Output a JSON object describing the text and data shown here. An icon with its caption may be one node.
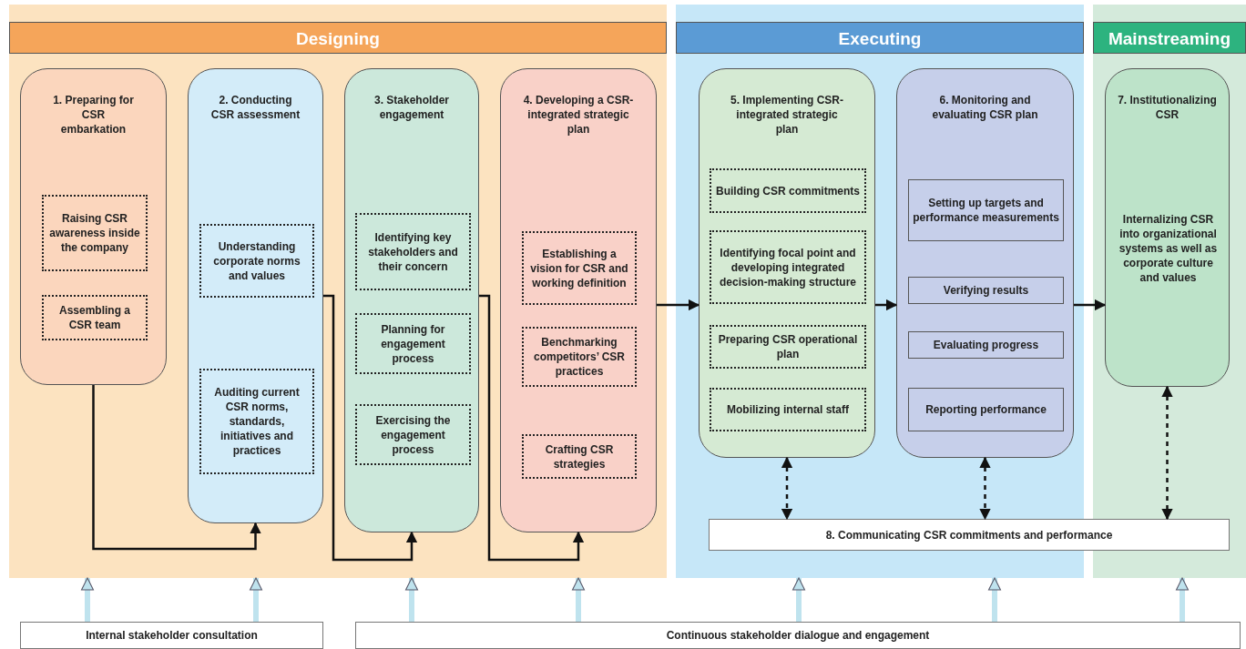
{
  "diagram": {
    "nodes": [
      {
        "text": [
          "Designing"
        ]
      },
      {
        "text": [
          "1. Preparing for CSR embarkation"
        ],
        "in": 0
      },
      {
        "text": [
          "Raising CSR awareness inside the company"
        ],
        "in": 1
      },
      {
        "text": [
          "Assembling a CSR team"
        ],
        "in": 1
      },
      {
        "text": [
          "2. Conducting CSR assessment"
        ],
        "in": 0
      },
      {
        "text": [
          "Understanding corporate norms and values"
        ],
        "in": 4
      },
      {
        "text": [
          "Auditing current CSR norms, standards, initiatives and practices"
        ],
        "in": 4
      },
      {
        "text": [
          "3. Stakeholder engagement"
        ],
        "in": 0
      },
      {
        "text": [
          "Identifying key stakeholders and their concern"
        ],
        "in": 7
      },
      {
        "text": [
          "Planning for engagement process"
        ],
        "in": 7
      },
      {
        "text": [
          "Exercising the engagement process"
        ],
        "in": 7
      },
      {
        "text": [
          "4. Developing a CSR-integrated strategic plan"
        ],
        "in": 0
      },
      {
        "text": [
          "Establishing a vision for CSR and working definition"
        ],
        "in": 11
      },
      {
        "text": [
          "Benchmarking competitors’ CSR practices"
        ],
        "in": 11
      },
      {
        "text": [
          "Crafting CSR strategies"
        ],
        "in": 11
      },
      {
        "text": [
          "Executing"
        ]
      },
      {
        "text": [
          "5. Implementing CSR-integrated strategic plan"
        ],
        "in": 15
      },
      {
        "text": [
          "Building CSR commitments"
        ],
        "in": 16
      },
      {
        "text": [
          "Identifying focal point and developing integrated decision-making structure"
        ],
        "in": 16
      },
      {
        "text": [
          "Preparing CSR operational plan"
        ],
        "in": 16
      },
      {
        "text": [
          "Mobilizing internal staff"
        ],
        "in": 16
      },
      {
        "text": [
          "6. Monitoring and evaluating CSR plan"
        ],
        "in": 15
      },
      {
        "text": [
          "Setting up targets and performance measurements"
        ],
        "in": 21
      },
      {
        "text": [
          "Verifying results"
        ],
        "in": 21
      },
      {
        "text": [
          "Evaluating progress"
        ],
        "in": 21
      },
      {
        "text": [
          "Reporting performance"
        ],
        "in": 21
      },
      {
        "text": [
          "Mainstreaming"
        ]
      },
      {
        "text": [
          "7. Institutionalizing CSR",
          "Internalizing CSR into organizational systems as well as corporate culture and values"
        ],
        "in": 26
      },
      {
        "text": [
          "8. Communicating CSR commitments and performance"
        ]
      },
      {
        "text": [
          "Internal stakeholder consultation"
        ]
      },
      {
        "text": [
          "Continuous stakeholder dialogue and engagement"
        ]
      }
    ],
    "edges": [
      {
        "from": 1,
        "to": 4,
        "arrow": "to"
      },
      {
        "from": 4,
        "to": 7,
        "arrow": "to"
      },
      {
        "from": 7,
        "to": 11,
        "arrow": "to"
      },
      {
        "from": 11,
        "to": 16,
        "arrow": "to"
      },
      {
        "from": 16,
        "to": 21,
        "arrow": "to"
      },
      {
        "from": 21,
        "to": 27,
        "arrow": "to"
      },
      {
        "from": 16,
        "to": 28,
        "arrow": "both",
        "style": "dashed"
      },
      {
        "from": 21,
        "to": 28,
        "arrow": "both",
        "style": "dashed"
      },
      {
        "from": 27,
        "to": 28,
        "arrow": "both",
        "style": "dashed"
      },
      {
        "from": 29,
        "to": 0,
        "arrow": "to",
        "style": "thick",
        "color": "#bfe3ee"
      },
      {
        "from": 29,
        "to": 0,
        "arrow": "to",
        "style": "thick",
        "color": "#bfe3ee"
      },
      {
        "from": 30,
        "to": 0,
        "arrow": "to",
        "style": "thick",
        "color": "#bfe3ee"
      },
      {
        "from": 30,
        "to": 0,
        "arrow": "to",
        "style": "thick",
        "color": "#bfe3ee"
      },
      {
        "from": 30,
        "to": 15,
        "arrow": "to",
        "style": "thick",
        "color": "#bfe3ee"
      },
      {
        "from": 30,
        "to": 15,
        "arrow": "to",
        "style": "thick",
        "color": "#bfe3ee"
      },
      {
        "from": 30,
        "to": 26,
        "arrow": "to",
        "style": "thick",
        "color": "#bfe3ee"
      }
    ]
  }
}
